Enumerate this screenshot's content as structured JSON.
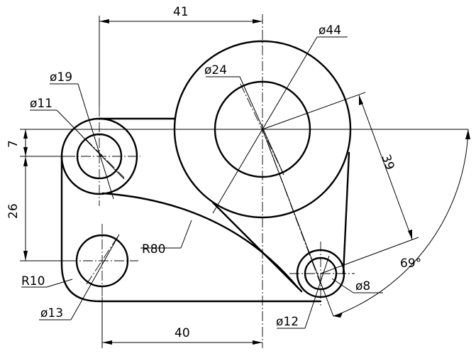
{
  "dimensions": {
    "top_41": "41",
    "bottom_40": "40",
    "left_7": "7",
    "left_26": "26",
    "slant_39": "39",
    "angle_69": "69°",
    "dia_44": "ø44",
    "dia_24": "ø24",
    "dia_19": "ø19",
    "dia_11": "ø11",
    "dia_13": "ø13",
    "dia_12": "ø12",
    "dia_8": "ø8",
    "rad_80": "R80",
    "rad_10": "R10"
  }
}
